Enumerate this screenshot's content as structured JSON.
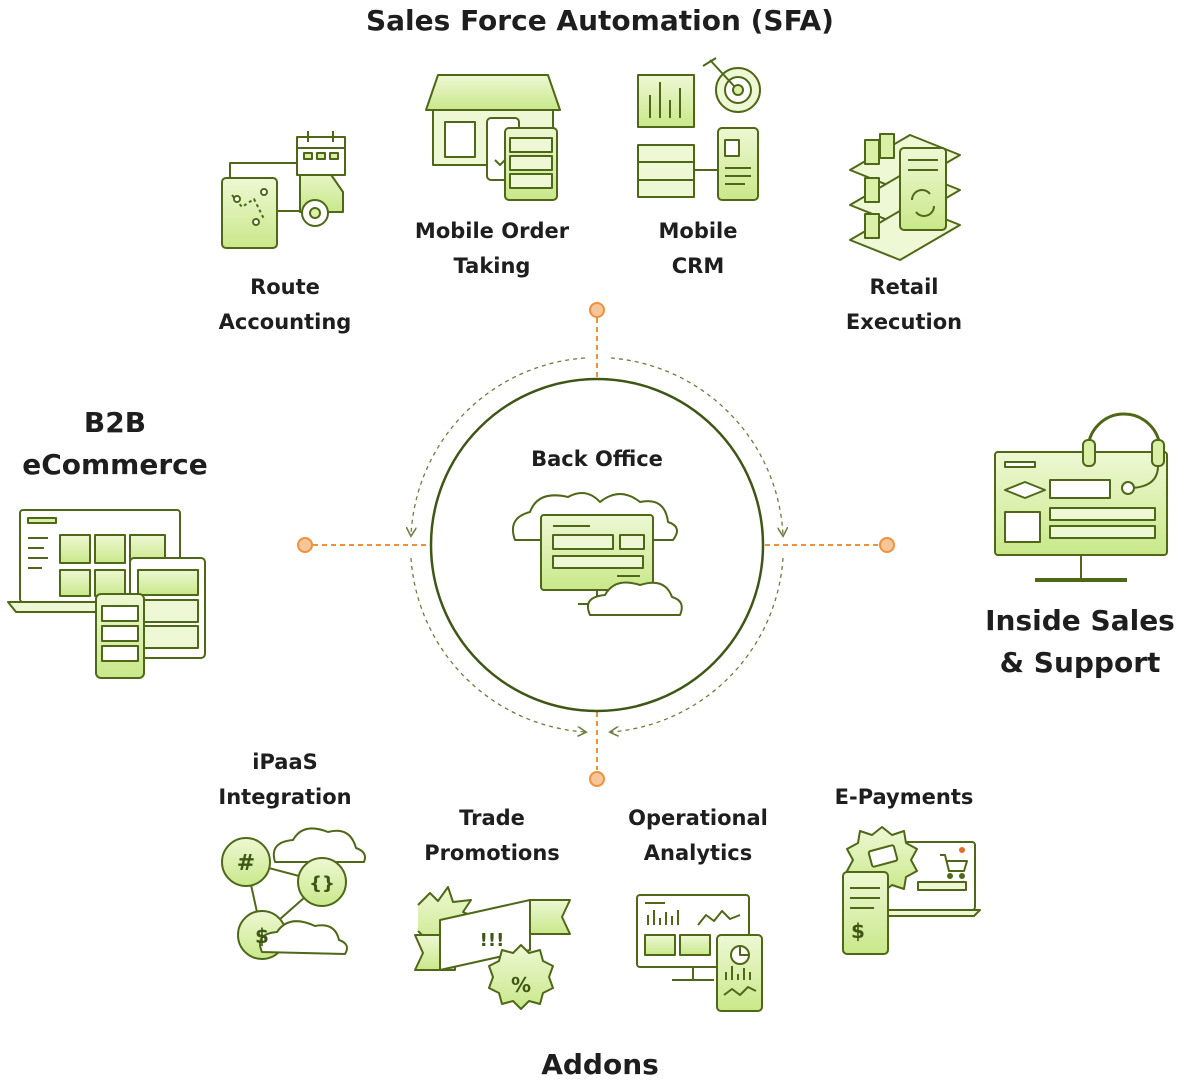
{
  "groups": {
    "sfa": "Sales Force Automation (SFA)",
    "b2b": [
      "B2B",
      "eCommerce"
    ],
    "inside_sales": [
      "Inside Sales",
      "& Support"
    ],
    "addons": "Addons",
    "back_office": "Back Office"
  },
  "sfa_items": [
    {
      "lines": [
        "Route",
        "Accounting"
      ],
      "icon": "route-accounting-icon"
    },
    {
      "lines": [
        "Mobile Order",
        "Taking"
      ],
      "icon": "mobile-order-icon"
    },
    {
      "lines": [
        "Mobile",
        "CRM"
      ],
      "icon": "mobile-crm-icon"
    },
    {
      "lines": [
        "Retail",
        "Execution"
      ],
      "icon": "retail-execution-icon"
    }
  ],
  "addon_items": [
    {
      "lines": [
        "iPaaS",
        "Integration"
      ],
      "icon": "ipaas-integration-icon"
    },
    {
      "lines": [
        "Trade",
        "Promotions"
      ],
      "icon": "trade-promotions-icon"
    },
    {
      "lines": [
        "Operational",
        "Analytics"
      ],
      "icon": "operational-analytics-icon"
    },
    {
      "lines": [
        "E-Payments"
      ],
      "icon": "e-payments-icon"
    }
  ],
  "colors": {
    "outline": "#4f6818",
    "fill": "#d9f0a6",
    "fill_light": "#eef8d4",
    "connector": "#f0913a",
    "text": "#1e1e1e"
  },
  "symbols": {
    "hash": "#",
    "braces": "{}",
    "dollar": "$",
    "percent": "%",
    "exclaim": "!!!"
  }
}
